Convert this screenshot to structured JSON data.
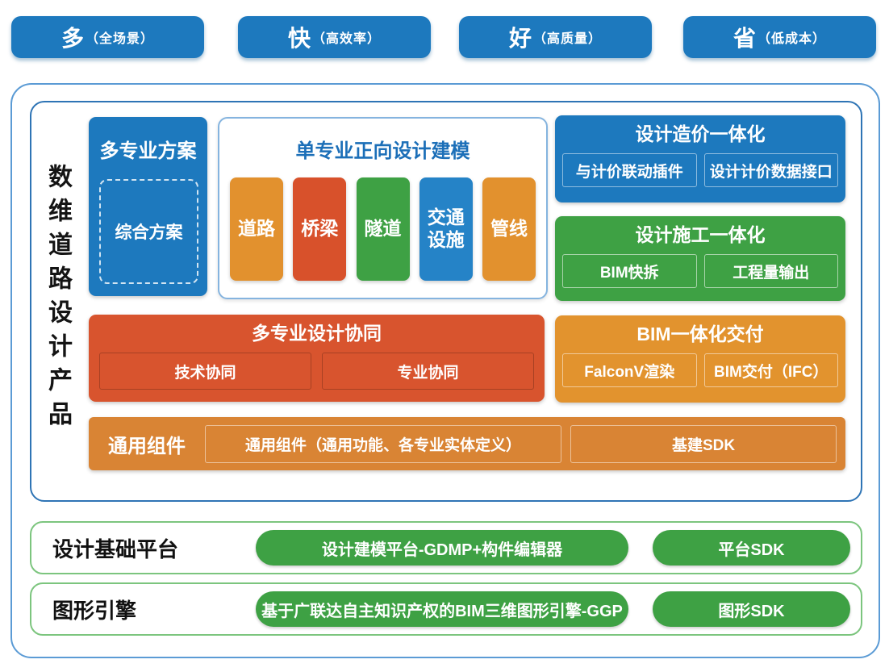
{
  "top_badges": [
    {
      "main": "多",
      "sub": "（全场景）"
    },
    {
      "main": "快",
      "sub": "（高效率）"
    },
    {
      "main": "好",
      "sub": "（高质量）"
    },
    {
      "main": "省",
      "sub": "（低成本）"
    }
  ],
  "product_section": {
    "side_label": "数维道路设计产品",
    "multi_scheme": {
      "title": "多专业方案",
      "item": "综合方案"
    },
    "single_modeling": {
      "title": "单专业正向设计建模",
      "pillars": [
        {
          "label": "道路",
          "color": "#E2912E"
        },
        {
          "label": "桥梁",
          "color": "#D8512B"
        },
        {
          "label": "隧道",
          "color": "#3EA144"
        },
        {
          "label": "交通设施",
          "color": "#2583C7"
        },
        {
          "label": "管线",
          "color": "#E2912E"
        }
      ]
    },
    "cost_integration": {
      "title": "设计造价一体化",
      "items": [
        "与计价联动插件",
        "设计计价数据接口"
      ]
    },
    "construction_integration": {
      "title": "设计施工一体化",
      "items": [
        "BIM快拆",
        "工程量输出"
      ]
    },
    "design_collaboration": {
      "title": "多专业设计协同",
      "items": [
        "技术协同",
        "专业协同"
      ]
    },
    "bim_delivery": {
      "title": "BIM一体化交付",
      "items": [
        "FalconV渲染",
        "BIM交付（IFC）"
      ]
    },
    "common_components": {
      "label": "通用组件",
      "items": [
        "通用组件（通用功能、各专业实体定义）",
        "基建SDK"
      ]
    }
  },
  "platform_row": {
    "label": "设计基础平台",
    "items": [
      "设计建模平台-GDMP+构件编辑器",
      "平台SDK"
    ]
  },
  "engine_row": {
    "label": "图形引擎",
    "items": [
      "基于广联达自主知识产权的BIM三维图形引擎-GGP",
      "图形SDK"
    ]
  },
  "colors": {
    "blue": "#1D79BE",
    "green": "#3EA144",
    "orange": "#E2932E",
    "red_orange": "#D8542E",
    "common_orange": "#D98434",
    "outer_border": "#5B9BD5",
    "inner_border": "#2E74B5",
    "green_border": "#7CC57E",
    "title_blue": "#1C6FB8"
  }
}
